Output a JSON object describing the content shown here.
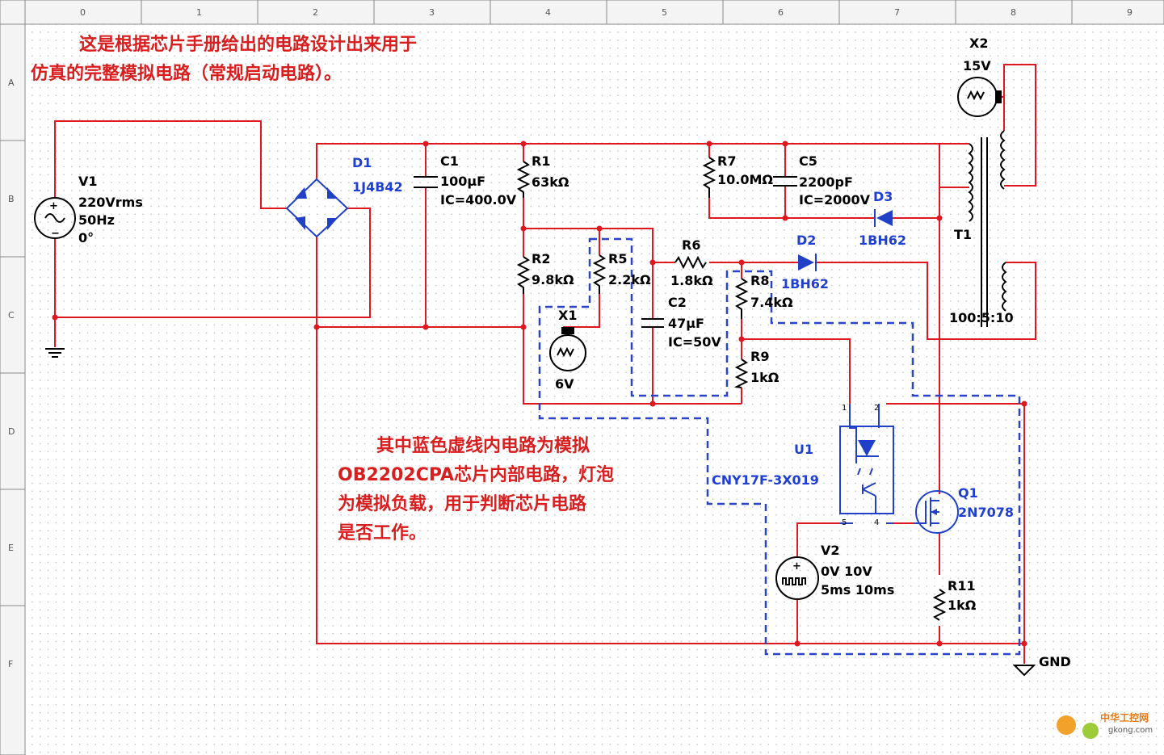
{
  "ruler": {
    "columns": [
      "0",
      "1",
      "2",
      "3",
      "4",
      "5",
      "6",
      "7",
      "8",
      "9"
    ],
    "rows": [
      "A",
      "B",
      "C",
      "D",
      "E",
      "F"
    ]
  },
  "notes": {
    "title_line1": "这是根据芯片手册给出的电路设计出来用于",
    "title_line2": "仿真的完整模拟电路（常规启动电路）。",
    "body_line1": "其中蓝色虚线内电路为模拟",
    "body_line2": "OB2202CPA芯片内部电路，灯泡",
    "body_line3": "为模拟负载，用于判断芯片电路",
    "body_line4": "是否工作。"
  },
  "components": {
    "v1": {
      "ref": "V1",
      "value": "220Vrms",
      "freq": "50Hz",
      "phase": "0°"
    },
    "d1": {
      "ref": "D1",
      "value": "1J4B42"
    },
    "c1": {
      "ref": "C1",
      "value": "100µF",
      "ic": "IC=400.0V"
    },
    "r1": {
      "ref": "R1",
      "value": "63kΩ"
    },
    "r7": {
      "ref": "R7",
      "value": "10.0MΩ"
    },
    "c5": {
      "ref": "C5",
      "value": "2200pF",
      "ic": "IC=2000V"
    },
    "d3": {
      "ref": "D3",
      "value": "1BH62"
    },
    "x2": {
      "ref": "X2",
      "value": "15V"
    },
    "t1": {
      "ref": "T1",
      "value": "100:5:10"
    },
    "r2": {
      "ref": "R2",
      "value": "9.8kΩ"
    },
    "r5": {
      "ref": "R5",
      "value": "2.2kΩ"
    },
    "r6": {
      "ref": "R6",
      "value": "1.8kΩ"
    },
    "d2": {
      "ref": "D2",
      "value": "1BH62"
    },
    "r8": {
      "ref": "R8",
      "value": "7.4kΩ"
    },
    "x1": {
      "ref": "X1",
      "value": "6V"
    },
    "c2": {
      "ref": "C2",
      "value": "47µF",
      "ic": "IC=50V"
    },
    "r9": {
      "ref": "R9",
      "value": "1kΩ"
    },
    "u1": {
      "ref": "U1",
      "value": "CNY17F-3X019",
      "pin1": "1",
      "pin2": "2",
      "pin4": "4",
      "pin5": "5"
    },
    "q1": {
      "ref": "Q1",
      "value": "2N7078"
    },
    "v2": {
      "ref": "V2",
      "value": "0V 10V",
      "timing": "5ms 10ms"
    },
    "r11": {
      "ref": "R11",
      "value": "1kΩ"
    },
    "gnd": {
      "label": "GND"
    }
  },
  "watermark": {
    "text": "中华工控网",
    "domain": "gkong.com"
  },
  "colors": {
    "wire": "#e0171e",
    "part": "#2040c8",
    "dash": "#2a44c8",
    "note": "#d81e1e",
    "grid": "#c9c9c9"
  }
}
